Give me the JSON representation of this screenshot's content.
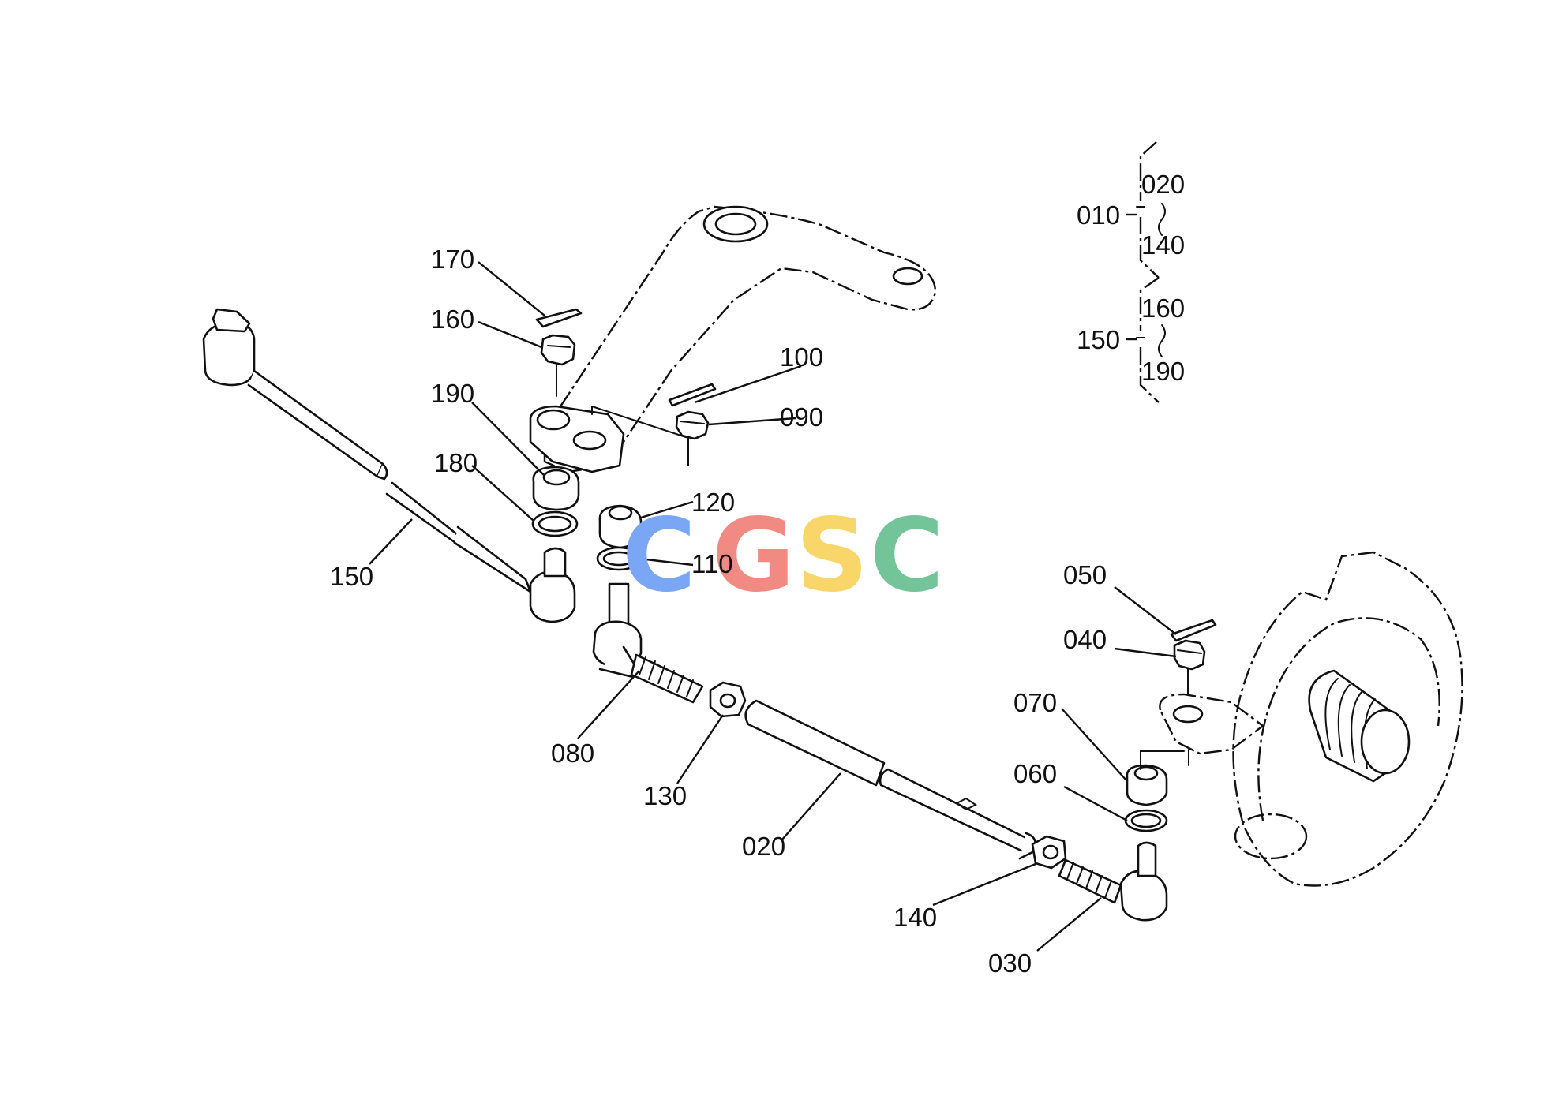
{
  "labels": {
    "p010": "010",
    "p020": "020",
    "p030": "030",
    "p040": "040",
    "p050": "050",
    "p060": "060",
    "p070": "070",
    "p080": "080",
    "p090": "090",
    "p100": "100",
    "p110": "110",
    "p120": "120",
    "p130": "130",
    "p140": "140",
    "p150": "150",
    "p160": "160",
    "p170": "170",
    "p180": "180",
    "p190": "190"
  },
  "assembly_legend": {
    "group1": {
      "parent": "010",
      "from": "020",
      "to": "140"
    },
    "group2": {
      "parent": "150",
      "from": "160",
      "to": "190"
    }
  },
  "watermark": {
    "letters": [
      "C",
      "G",
      "S",
      "C"
    ],
    "colors": [
      "#7aa7f5",
      "#f08a82",
      "#f8d66a",
      "#74c49a"
    ]
  }
}
